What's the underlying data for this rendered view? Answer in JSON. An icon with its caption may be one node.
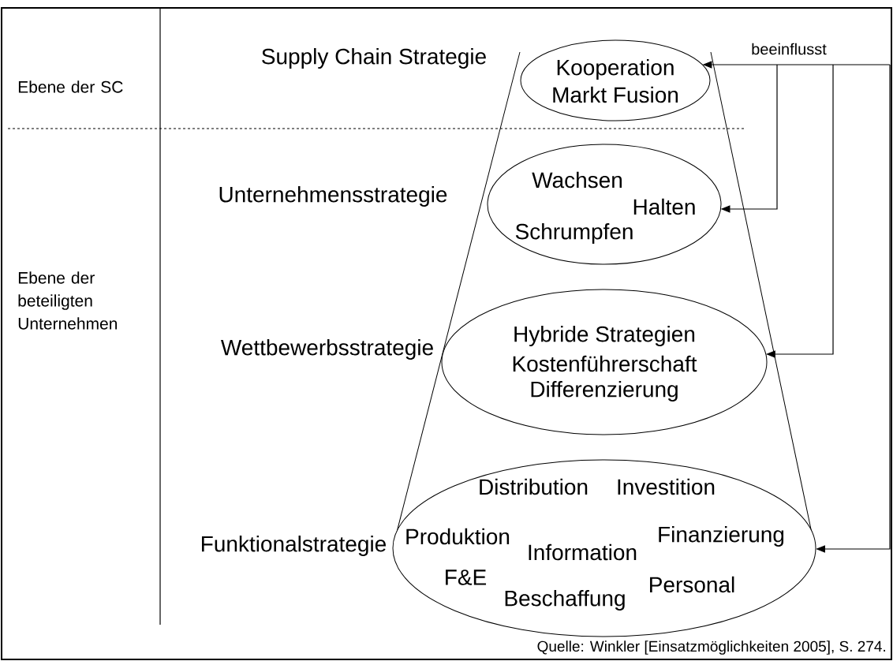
{
  "diagram": {
    "nodes": [
      {
        "text": [
          "Kooperation",
          "Markt Fusion"
        ],
        "beside": [
          "Supply Chain Strategie"
        ]
      },
      {
        "text": [
          "Wachsen",
          "Halten",
          "Schrumpfen"
        ],
        "beside": [
          "Unternehmensstrategie"
        ]
      },
      {
        "text": [
          "Hybride Strategien",
          "Kostenführerschaft",
          "Differenzierung"
        ],
        "beside": [
          "Wettbewerbsstrategie"
        ]
      },
      {
        "text": [
          "Distribution",
          "Investition",
          "Produktion",
          "Information",
          "Finanzierung",
          "F&E",
          "Personal",
          "Beschaffung"
        ],
        "beside": [
          "Funktionalstrategie"
        ]
      }
    ],
    "edges": [
      {
        "from": null,
        "to": 0,
        "arrow": "to",
        "label": "beeinflusst"
      },
      {
        "from": null,
        "to": 1,
        "arrow": "to"
      },
      {
        "from": null,
        "to": 2,
        "arrow": "to"
      },
      {
        "from": null,
        "to": 3,
        "arrow": "to"
      }
    ],
    "labels": [
      "Ebene der SC",
      "Ebene der beteiligten Unternehmen"
    ],
    "caption": "Quelle: Winkler [Einsatzmöglichkeiten 2005], S. 274."
  }
}
